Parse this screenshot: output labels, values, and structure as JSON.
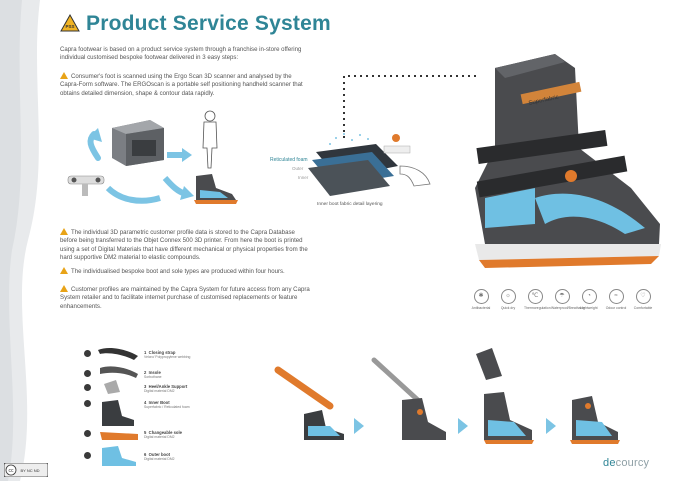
{
  "badge": {
    "label": "PSS"
  },
  "title": "Product Service System",
  "intro": "Capra footwear is based on a product service system through a franchise in-store offering individual customised bespoke footwear delivered in 3 easy steps:",
  "step1": "Consumer's foot is scanned using the Ergo Scan 3D scanner and analysed by the Capra-Form software. The ERGOscan is a portable self positioning handheld scanner that obtains detailed dimension, shape & contour data rapidly.",
  "step2": "The individual  3D parametric customer profile data is stored to the Capra Database before being transferred to the Objet Connex 500 3D printer. From here the boot is printed using a set of Digital Materials that have different mechanical or physical properties from the hard supportive DM2 material to elastic compounds.",
  "step3": "The individualised bespoke boot and sole types are produced within four hours.",
  "step4": "Customer profiles are maintained by the Capra System for future access from any Capra System retailer and to facilitate internet purchase of customised replacements or feature enhancements.",
  "fabric": {
    "caption": "Inner boot fabric detail layering",
    "labels": [
      "Reticulated foam",
      "Outer",
      "Inner"
    ]
  },
  "boot": {
    "brand": "Superfabric"
  },
  "features": [
    {
      "icon": "antibacterial-icon",
      "label": "Antibacterial"
    },
    {
      "icon": "quick-dry-icon",
      "label": "Quick dry"
    },
    {
      "icon": "thermo-icon",
      "label": "Thermoregulation"
    },
    {
      "icon": "waterproof-icon",
      "label": "Waterproof/Breathable"
    },
    {
      "icon": "lightweight-icon",
      "label": "Lightweight"
    },
    {
      "icon": "odour-icon",
      "label": "Odour control"
    },
    {
      "icon": "comfort-icon",
      "label": "Comfortable"
    }
  ],
  "components": [
    {
      "num": "1",
      "label": "Closing strap",
      "sub": "Velcro/ Polypropylene webbing"
    },
    {
      "num": "2",
      "label": "Insole",
      "sub": "Sorbothane"
    },
    {
      "num": "3",
      "label": "Heel/Ankle Support",
      "sub": "Digital material DM2"
    },
    {
      "num": "4",
      "label": "Inner Boot",
      "sub": "Superfabric / Reticulated foam"
    },
    {
      "num": "5",
      "label": "Changeable sole",
      "sub": "Digital material DM2"
    },
    {
      "num": "6",
      "label": "Outer boot",
      "sub": "Digital material DM2"
    }
  ],
  "license": {
    "text": "BY NC ND"
  },
  "logo": {
    "prefix": "de",
    "name": "courcy"
  },
  "colors": {
    "accent": "#2f8596",
    "boot_dark": "#4a4b4e",
    "boot_blue": "#6fc0e3",
    "sole_orange": "#e07a2c",
    "warning": "#e8a317"
  }
}
